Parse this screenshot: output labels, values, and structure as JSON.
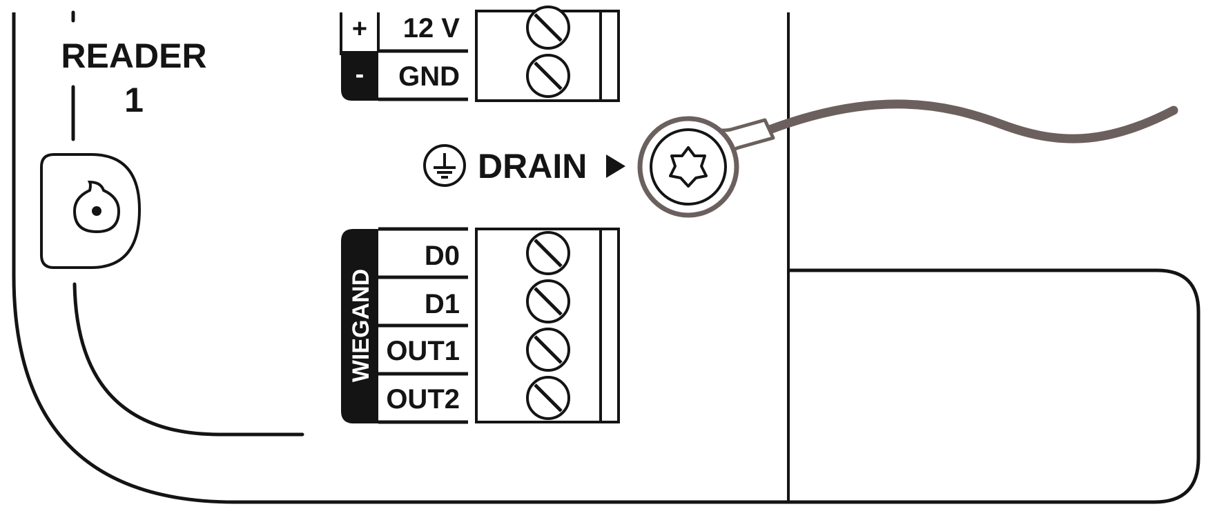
{
  "reader": {
    "title": "READER",
    "number": "1"
  },
  "power_block": {
    "rows": [
      {
        "polarity": "+",
        "label": "12 V"
      },
      {
        "polarity": "-",
        "label": "GND"
      }
    ]
  },
  "drain": {
    "label": "DRAIN",
    "symbol": "ground-icon",
    "arrow": "play-right-icon"
  },
  "wiegand_block": {
    "group_label": "WIEGAND",
    "rows": [
      {
        "label": "D0"
      },
      {
        "label": "D1"
      },
      {
        "label": "OUT1"
      },
      {
        "label": "OUT2"
      }
    ]
  },
  "colors": {
    "line": "#141414",
    "wire": "#6b605d",
    "background": "#ffffff"
  }
}
